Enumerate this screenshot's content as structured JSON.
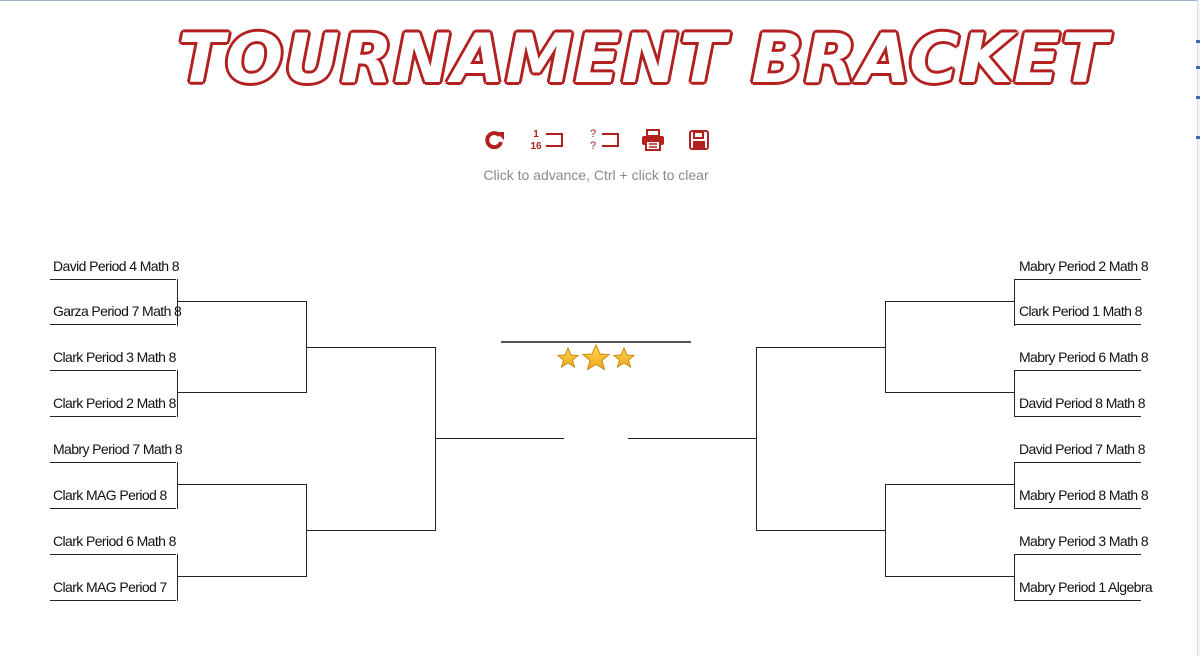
{
  "header": {
    "title": "TOURNAMENT BRACKET",
    "hint": "Click to advance, Ctrl + click to clear"
  },
  "toolbar": {
    "items": [
      {
        "name": "reset",
        "icon": "redo-arrow-icon"
      },
      {
        "name": "seeded",
        "icon": "seed-number-icon",
        "label_top": "1",
        "label_bottom": "16"
      },
      {
        "name": "random",
        "icon": "question-random-icon",
        "label_top": "?",
        "label_bottom": "?"
      },
      {
        "name": "print",
        "icon": "printer-icon"
      },
      {
        "name": "save",
        "icon": "floppy-disk-icon"
      }
    ],
    "accent": "#b32020"
  },
  "bracket": {
    "left": [
      "David Period 4 Math 8",
      "Garza Period 7 Math 8",
      "Clark Period 3 Math 8",
      "Clark Period 2 Math 8",
      "Mabry Period 7 Math 8",
      "Clark MAG Period 8",
      "Clark Period 6 Math 8",
      "Clark MAG Period 7"
    ],
    "right": [
      "Mabry Period 2 Math 8",
      "Clark Period 1 Math 8",
      "Mabry Period 6 Math 8",
      "David Period 8 Math 8",
      "David Period 7 Math 8",
      "Mabry Period 8 Math 8",
      "Mabry Period 3 Math 8",
      "Mabry Period 1 Algebra"
    ],
    "champion": "",
    "stars": 3
  }
}
